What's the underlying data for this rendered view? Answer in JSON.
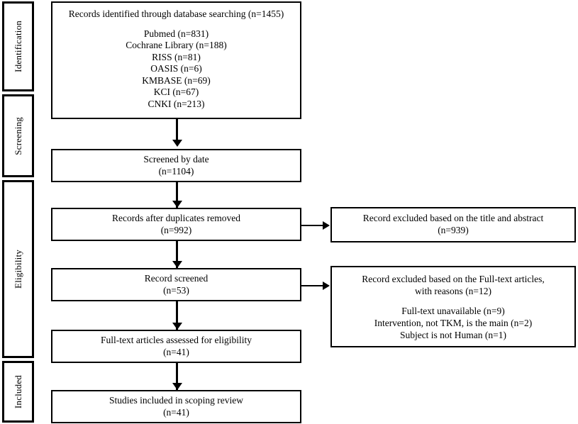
{
  "diagram": {
    "type": "prisma-flow-diagram",
    "stages": [
      {
        "id": "identification",
        "label": "Identification"
      },
      {
        "id": "screening",
        "label": "Screening"
      },
      {
        "id": "eligibility",
        "label": "Eligibility"
      },
      {
        "id": "included",
        "label": "Included"
      }
    ],
    "main_boxes": [
      {
        "id": "records-identified",
        "title": "Records identified through database searching (n=1455)",
        "sources": [
          "Pubmed (n=831)",
          "Cochrane Library (n=188)",
          "RISS (n=81)",
          "OASIS (n=6)",
          "KMBASE (n=69)",
          "KCI (n=67)",
          "CNKI (n=213)"
        ]
      },
      {
        "id": "screened-by-date",
        "line1": "Screened by date",
        "line2": "(n=1104)"
      },
      {
        "id": "records-after-duplicates",
        "line1": "Records after duplicates removed",
        "line2": "(n=992)"
      },
      {
        "id": "record-screened",
        "line1": "Record screened",
        "line2": "(n=53)"
      },
      {
        "id": "full-text-assessed",
        "line1": "Full-text articles assessed for eligibility",
        "line2": "(n=41)"
      },
      {
        "id": "studies-included",
        "line1": "Studies included in scoping review",
        "line2": "(n=41)"
      }
    ],
    "excluded_boxes": [
      {
        "id": "excluded-title-abstract",
        "line1": "Record excluded based on the title and abstract",
        "line2": "(n=939)"
      },
      {
        "id": "excluded-full-text",
        "line1": "Record excluded based on the Full-text articles,",
        "line2": "with reasons (n=12)",
        "reasons": [
          "Full-text unavailable (n=9)",
          "Intervention, not TKM, is the main (n=2)",
          "Subject is not Human (n=1)"
        ]
      }
    ],
    "colors": {
      "line": "#000000",
      "box_fill": "#ffffff",
      "text": "#000000"
    }
  }
}
